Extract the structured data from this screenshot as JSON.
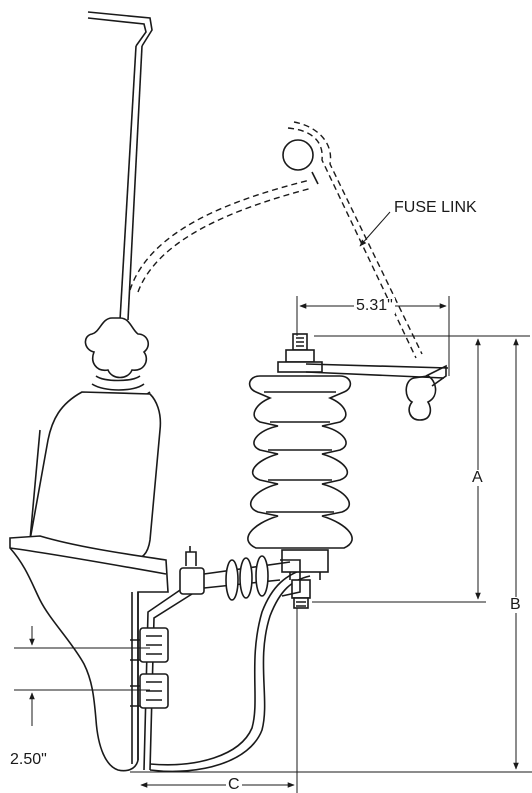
{
  "labels": {
    "fuse_link": "FUSE LINK",
    "dim_5_31": "5.31\"",
    "dim_a": "A",
    "dim_b": "B",
    "dim_c": "C",
    "dim_2_50": "2.50\""
  },
  "colors": {
    "ink": "#1a1a1a",
    "background": "#ffffff"
  }
}
